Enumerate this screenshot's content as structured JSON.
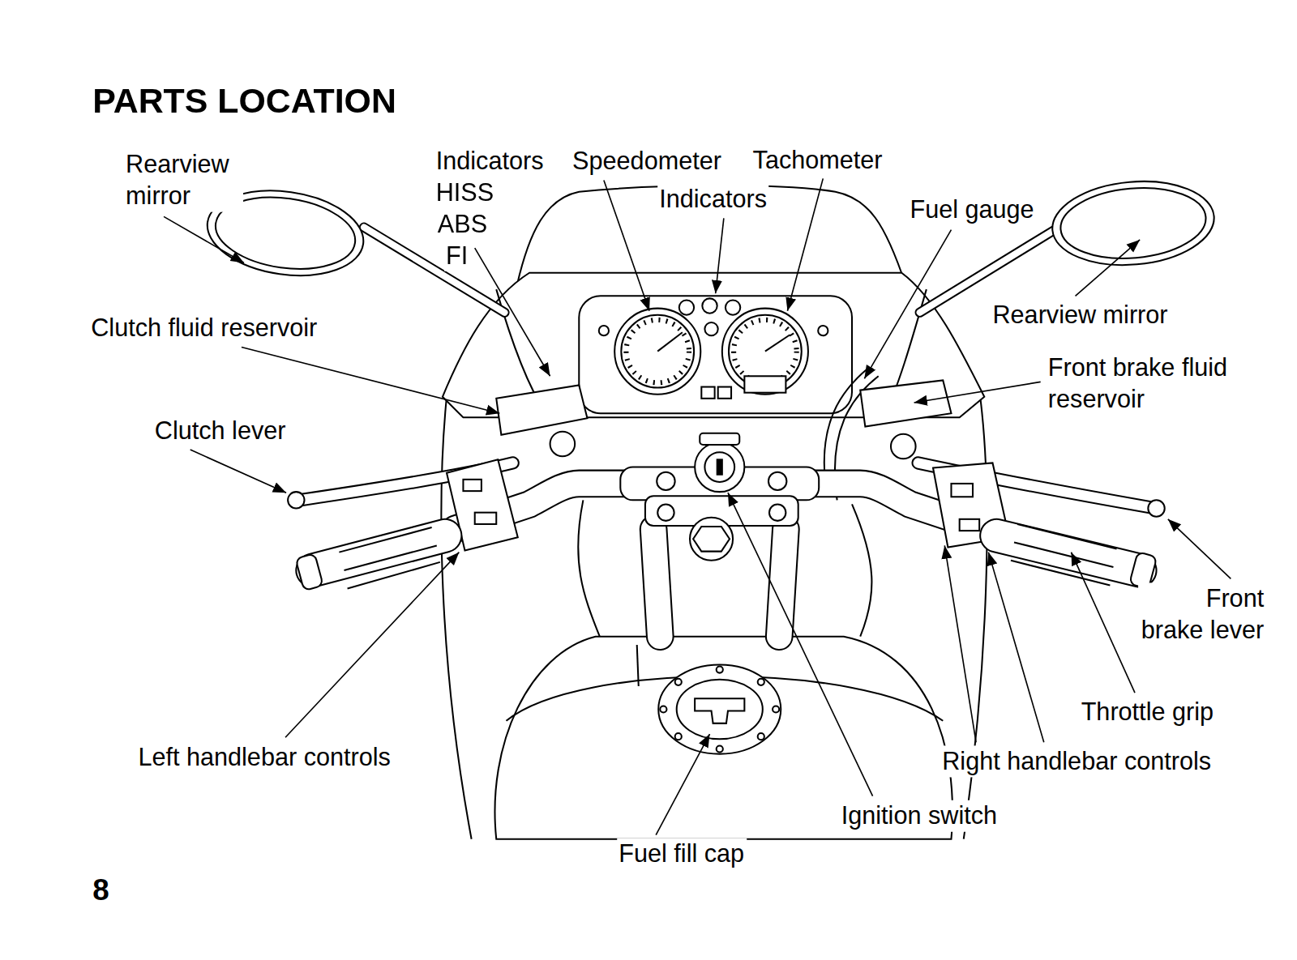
{
  "diagram": {
    "title": "PARTS LOCATION",
    "labels": [
      "Rearview mirror",
      "Indicators",
      "HISS",
      "ABS",
      "FI",
      "Speedometer",
      "Tachometer",
      "Indicators",
      "Fuel gauge",
      "Rearview mirror",
      "Clutch fluid reservoir",
      "Front brake fluid reservoir",
      "Clutch lever",
      "Front brake lever",
      "Throttle grip",
      "Right handlebar controls",
      "Left handlebar controls",
      "Ignition switch",
      "Fuel fill cap",
      "8"
    ]
  }
}
